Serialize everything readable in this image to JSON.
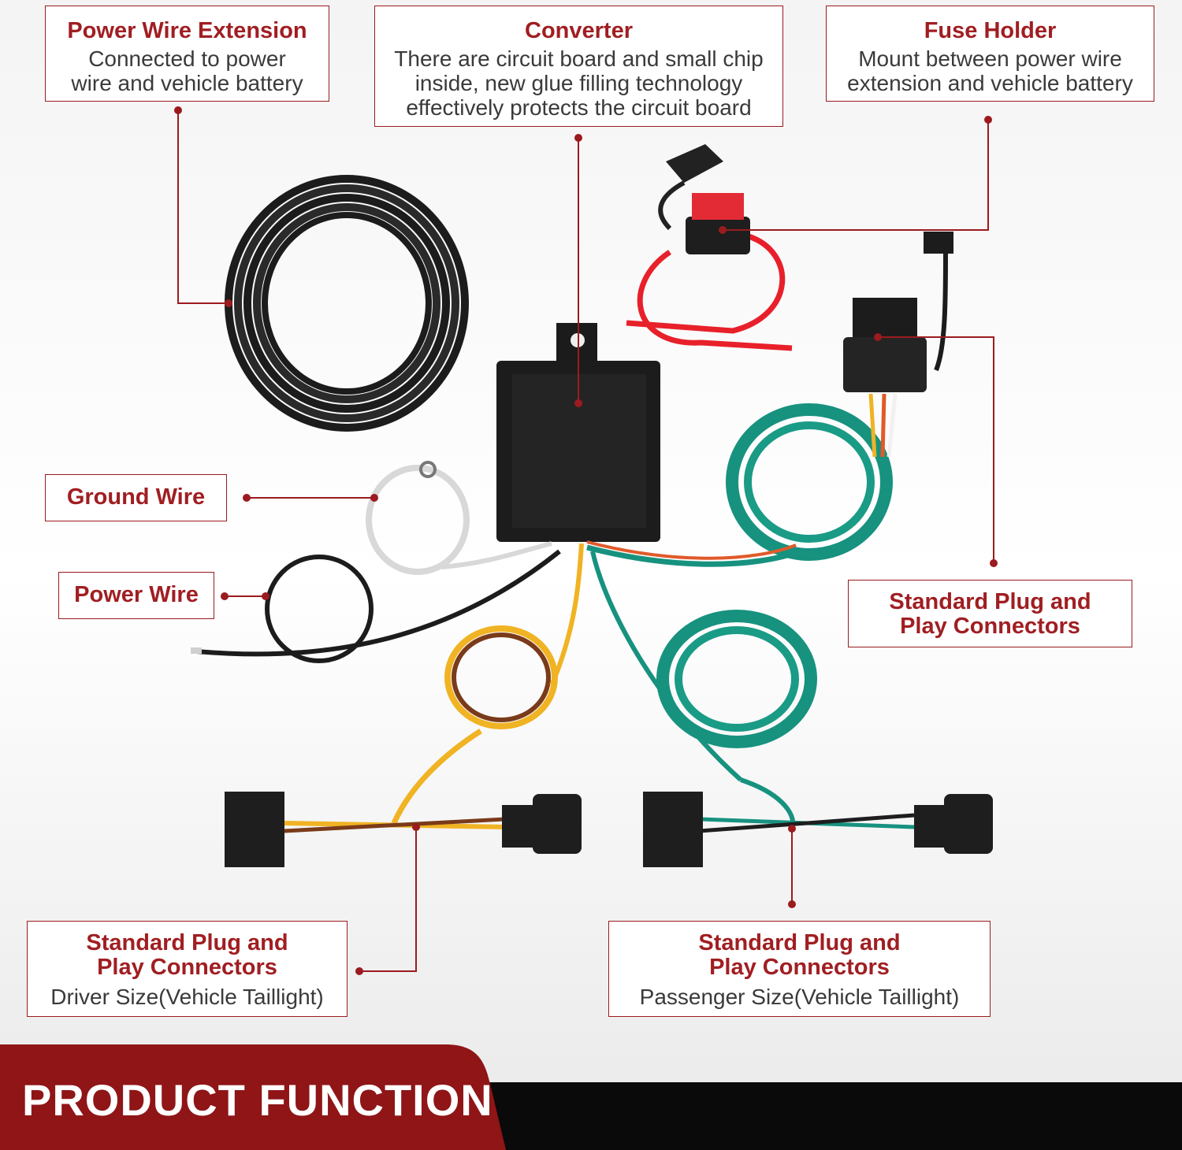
{
  "colors": {
    "accent": "#a01e22",
    "leader": "#9b1b1e",
    "wire_black": "#1c1c1c",
    "wire_teal": "#17927f",
    "wire_red": "#e8202a",
    "wire_yellow": "#f0b323",
    "wire_brown": "#7a3b1a"
  },
  "callouts": {
    "power_wire_extension": {
      "title": "Power Wire Extension",
      "desc": "Connected to power\nwire and vehicle battery"
    },
    "converter": {
      "title": "Converter",
      "desc": "There are circuit board and small chip\ninside, new glue filling technology\neffectively protects the circuit board"
    },
    "fuse_holder": {
      "title": "Fuse Holder",
      "desc": "Mount between power wire\nextension and vehicle battery"
    },
    "ground_wire": {
      "title": "Ground Wire"
    },
    "power_wire": {
      "title": "Power Wire"
    },
    "standard_plug_top": {
      "title": "Standard Plug and\nPlay Connectors"
    },
    "standard_plug_driver": {
      "title": "Standard Plug and\nPlay Connectors",
      "desc": "Driver Size(Vehicle Taillight)"
    },
    "standard_plug_passenger": {
      "title": "Standard Plug and\nPlay Connectors",
      "desc": "Passenger Size(Vehicle Taillight)"
    }
  },
  "banner": {
    "text": "PRODUCT FUNCTION"
  }
}
